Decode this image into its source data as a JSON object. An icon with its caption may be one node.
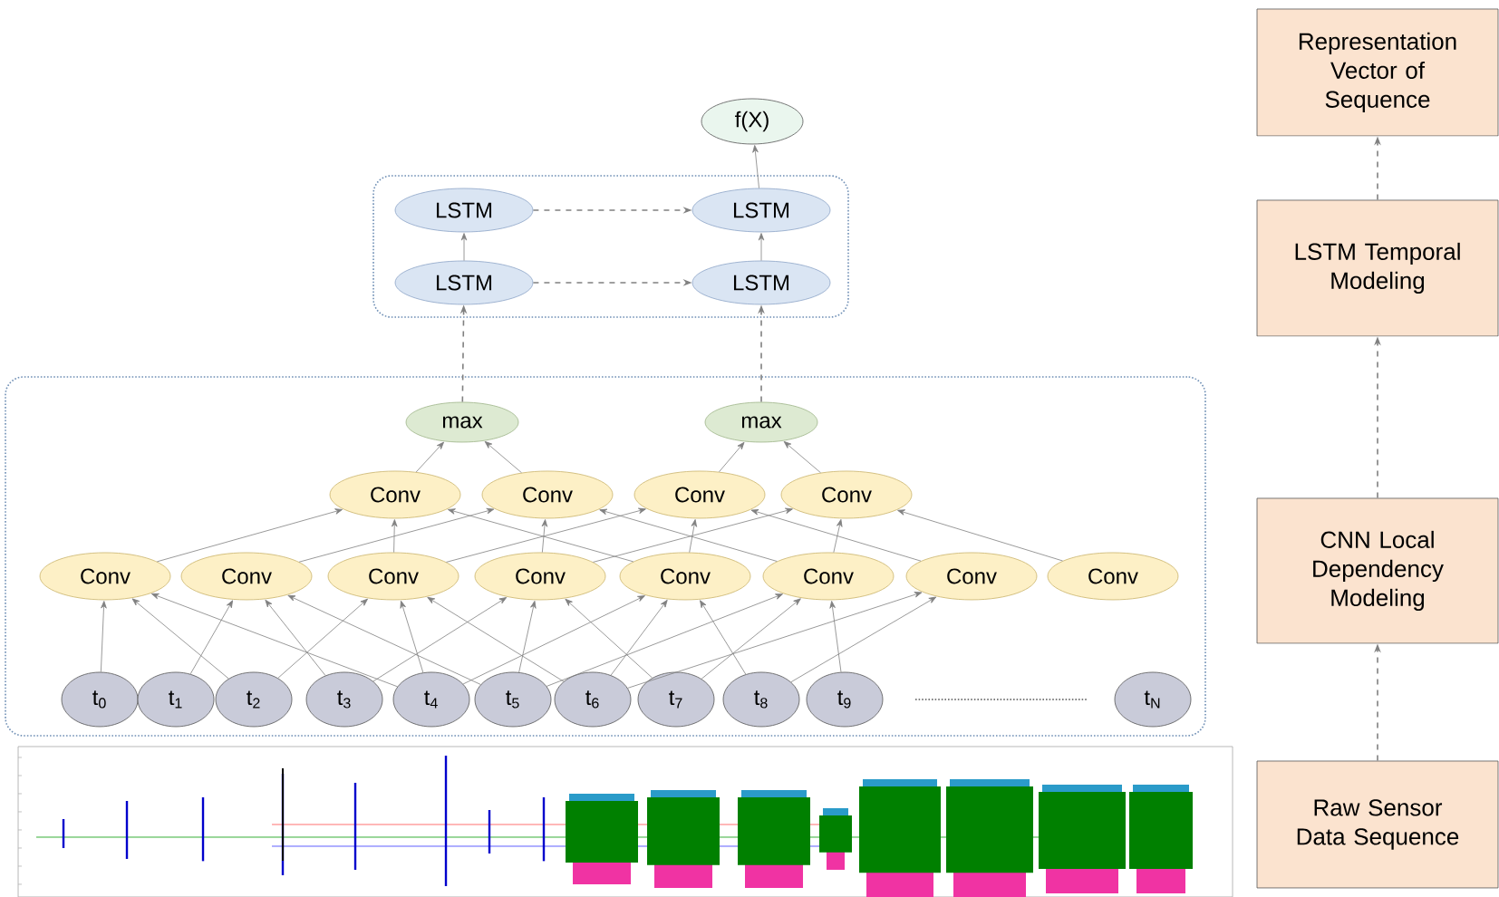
{
  "diagram": {
    "nodes": [
      {
        "text": [
          "f(X)"
        ]
      },
      {
        "text": [],
        "shape": "box"
      },
      {
        "text": [
          "LSTM"
        ],
        "in": 1
      },
      {
        "text": [
          "LSTM"
        ],
        "in": 1
      },
      {
        "text": [
          "LSTM"
        ],
        "in": 1
      },
      {
        "text": [
          "LSTM"
        ],
        "in": 1
      },
      {
        "text": [],
        "shape": "box"
      },
      {
        "text": [
          "max"
        ],
        "in": 6
      },
      {
        "text": [
          "max"
        ],
        "in": 6
      },
      {
        "text": [
          "Conv"
        ],
        "in": 6
      },
      {
        "text": [
          "Conv"
        ],
        "in": 6
      },
      {
        "text": [
          "Conv"
        ],
        "in": 6
      },
      {
        "text": [
          "Conv"
        ],
        "in": 6
      },
      {
        "text": [
          "Conv"
        ],
        "in": 6
      },
      {
        "text": [
          "Conv"
        ],
        "in": 6
      },
      {
        "text": [
          "Conv"
        ],
        "in": 6
      },
      {
        "text": [
          "Conv"
        ],
        "in": 6
      },
      {
        "text": [
          "Conv"
        ],
        "in": 6
      },
      {
        "text": [
          "Conv"
        ],
        "in": 6
      },
      {
        "text": [
          "Conv"
        ],
        "in": 6
      },
      {
        "text": [
          "Conv"
        ],
        "in": 6
      },
      {
        "text": [
          "t$_{0}$"
        ],
        "in": 6
      },
      {
        "text": [
          "t$_{1}$"
        ],
        "in": 6
      },
      {
        "text": [
          "t$_{2}$"
        ],
        "in": 6
      },
      {
        "text": [
          "t$_{3}$"
        ],
        "in": 6
      },
      {
        "text": [
          "t$_{4}$"
        ],
        "in": 6
      },
      {
        "text": [
          "t$_{5}$"
        ],
        "in": 6
      },
      {
        "text": [
          "t$_{6}$"
        ],
        "in": 6
      },
      {
        "text": [
          "t$_{7}$"
        ],
        "in": 6
      },
      {
        "text": [
          "t$_{8}$"
        ],
        "in": 6
      },
      {
        "text": [
          "t$_{9}$"
        ],
        "in": 6
      },
      {
        "text": [
          "t$_{N}$"
        ],
        "in": 6
      },
      {
        "text": [
          "Representation Vector of Sequence"
        ]
      },
      {
        "text": [
          "LSTM Temporal Modeling"
        ]
      },
      {
        "text": [
          "CNN Local Dependency Modeling"
        ]
      },
      {
        "text": [
          "Raw Sensor Data Sequence"
        ]
      }
    ],
    "edges": [
      {
        "from": 3,
        "to": 0,
        "arrow": "to"
      },
      {
        "from": 4,
        "to": 2,
        "arrow": "to"
      },
      {
        "from": 5,
        "to": 3,
        "arrow": "to"
      },
      {
        "from": 2,
        "to": 3,
        "arrow": "to",
        "style": "dashed"
      },
      {
        "from": 4,
        "to": 5,
        "arrow": "to",
        "style": "dashed"
      },
      {
        "from": 7,
        "to": 4,
        "arrow": "to",
        "style": "dashed"
      },
      {
        "from": 8,
        "to": 5,
        "arrow": "to",
        "style": "dashed"
      },
      {
        "from": 9,
        "to": 7,
        "arrow": "to"
      },
      {
        "from": 10,
        "to": 7,
        "arrow": "to"
      },
      {
        "from": 11,
        "to": 8,
        "arrow": "to"
      },
      {
        "from": 12,
        "to": 8,
        "arrow": "to"
      },
      {
        "from": 13,
        "to": 9,
        "arrow": "to"
      },
      {
        "from": 15,
        "to": 9,
        "arrow": "to"
      },
      {
        "from": 17,
        "to": 9,
        "arrow": "to"
      },
      {
        "from": 14,
        "to": 10,
        "arrow": "to"
      },
      {
        "from": 16,
        "to": 10,
        "arrow": "to"
      },
      {
        "from": 18,
        "to": 10,
        "arrow": "to"
      },
      {
        "from": 15,
        "to": 11,
        "arrow": "to"
      },
      {
        "from": 17,
        "to": 11,
        "arrow": "to"
      },
      {
        "from": 19,
        "to": 11,
        "arrow": "to"
      },
      {
        "from": 16,
        "to": 12,
        "arrow": "to"
      },
      {
        "from": 18,
        "to": 12,
        "arrow": "to"
      },
      {
        "from": 20,
        "to": 12,
        "arrow": "to"
      },
      {
        "from": 21,
        "to": 13,
        "arrow": "to"
      },
      {
        "from": 23,
        "to": 13,
        "arrow": "to"
      },
      {
        "from": 25,
        "to": 13,
        "arrow": "to"
      },
      {
        "from": 22,
        "to": 14,
        "arrow": "to"
      },
      {
        "from": 24,
        "to": 14,
        "arrow": "to"
      },
      {
        "from": 26,
        "to": 14,
        "arrow": "to"
      },
      {
        "from": 23,
        "to": 15,
        "arrow": "to"
      },
      {
        "from": 25,
        "to": 15,
        "arrow": "to"
      },
      {
        "from": 27,
        "to": 15,
        "arrow": "to"
      },
      {
        "from": 24,
        "to": 16,
        "arrow": "to"
      },
      {
        "from": 26,
        "to": 16,
        "arrow": "to"
      },
      {
        "from": 28,
        "to": 16,
        "arrow": "to"
      },
      {
        "from": 25,
        "to": 17,
        "arrow": "to"
      },
      {
        "from": 27,
        "to": 17,
        "arrow": "to"
      },
      {
        "from": 29,
        "to": 17,
        "arrow": "to"
      },
      {
        "from": 26,
        "to": 18,
        "arrow": "to"
      },
      {
        "from": 28,
        "to": 18,
        "arrow": "to"
      },
      {
        "from": 30,
        "to": 18,
        "arrow": "to"
      },
      {
        "from": 27,
        "to": 19,
        "arrow": "to"
      },
      {
        "from": 29,
        "to": 19,
        "arrow": "to"
      },
      {
        "from": 35,
        "to": 34,
        "arrow": "to",
        "style": "dashed"
      },
      {
        "from": 34,
        "to": 33,
        "arrow": "to",
        "style": "dashed"
      },
      {
        "from": 33,
        "to": 32,
        "arrow": "to",
        "style": "dashed"
      }
    ]
  }
}
